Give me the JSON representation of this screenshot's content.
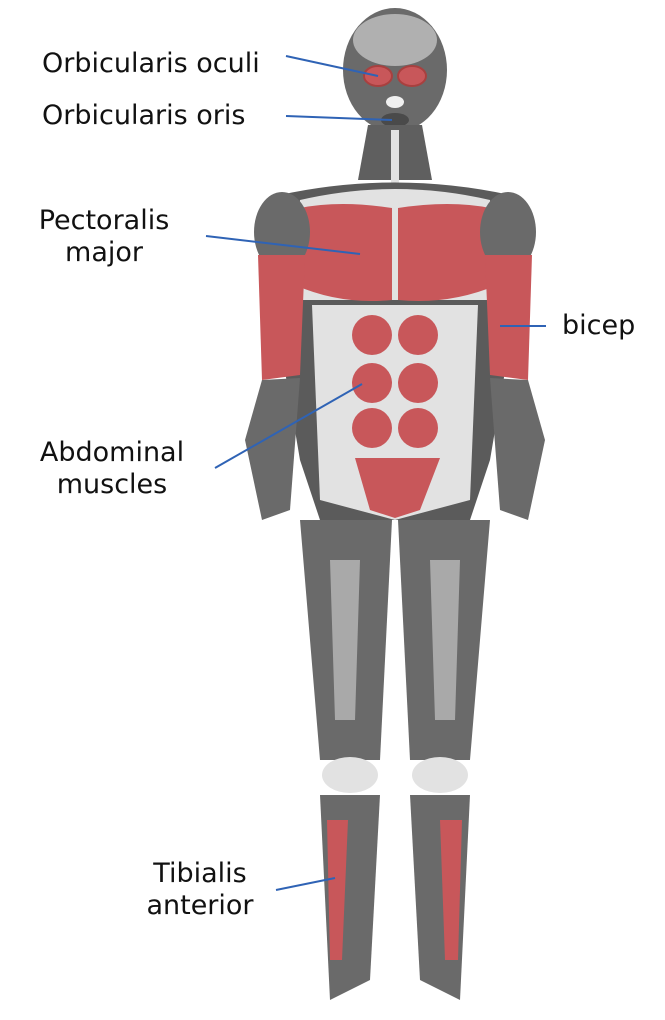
{
  "colors": {
    "muscle_dark": "#5b5b5b",
    "muscle_mid": "#7a7a7a",
    "muscle_light": "#a9a9a9",
    "tendon": "#e2e2e2",
    "highlight_red": "#c8575a",
    "highlight_red_dark": "#a8403f",
    "leader_line": "#2f63b5",
    "label_text": "#111111",
    "background": "#ffffff"
  },
  "labels": {
    "orbicularis_oculi": "Orbicularis oculi",
    "orbicularis_oris": "Orbicularis oris",
    "pectoralis_line1": "Pectoralis",
    "pectoralis_line2": "major",
    "bicep": "bicep",
    "abdominal_line1": "Abdominal",
    "abdominal_line2": "muscles",
    "tibialis_line1": "Tibialis",
    "tibialis_line2": "anterior"
  }
}
